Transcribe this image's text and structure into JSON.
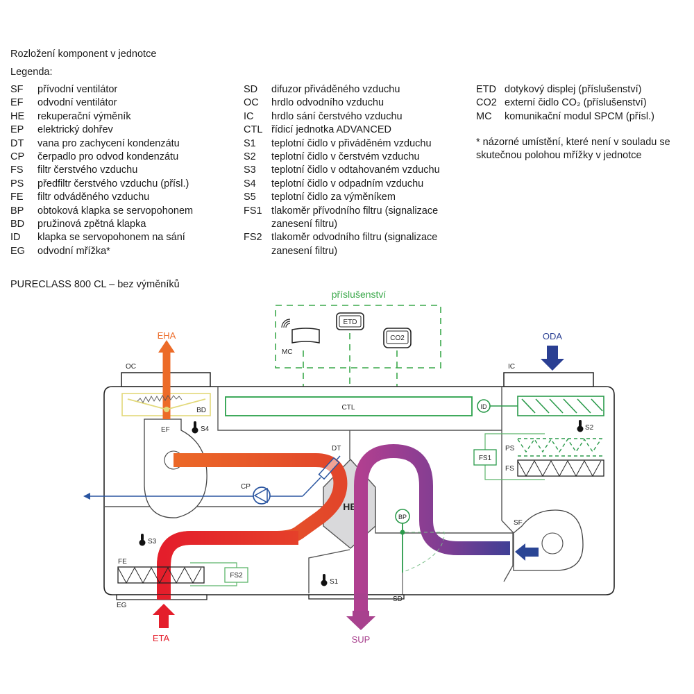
{
  "header": {
    "title": "Rozložení komponent v jednotce",
    "legend_heading": "Legenda:"
  },
  "legend": {
    "column1": [
      {
        "code": "SF",
        "text": "přívodní ventilátor"
      },
      {
        "code": "EF",
        "text": "odvodní ventilátor"
      },
      {
        "code": "HE",
        "text": "rekuperační výměník"
      },
      {
        "code": "EP",
        "text": "elektrický dohřev"
      },
      {
        "code": "DT",
        "text": "vana pro zachycení kondenzátu"
      },
      {
        "code": "CP",
        "text": "čerpadlo pro odvod kondenzátu"
      },
      {
        "code": "FS",
        "text": "filtr čerstvého vzduchu"
      },
      {
        "code": "PS",
        "text": "předfiltr čerstvého vzduchu (přísl.)"
      },
      {
        "code": "FE",
        "text": "filtr odváděného vzduchu"
      },
      {
        "code": "BP",
        "text": "obtoková klapka se servopohonem"
      },
      {
        "code": "BD",
        "text": "pružinová zpětná klapka"
      },
      {
        "code": "ID",
        "text": "klapka se servopohonem na sání"
      },
      {
        "code": "EG",
        "text": "odvodní mřížka*"
      }
    ],
    "column2": [
      {
        "code": "SD",
        "text": "difuzor přiváděného vzduchu"
      },
      {
        "code": "OC",
        "text": "hrdlo odvodního vzduchu"
      },
      {
        "code": "IC",
        "text": "hrdlo sání čerstvého vzduchu"
      },
      {
        "code": "CTL",
        "text": "řídicí jednotka ADVANCED"
      },
      {
        "code": "S1",
        "text": "teplotní čidlo v přiváděném vzduchu"
      },
      {
        "code": "S2",
        "text": "teplotní čidlo v čerstvém vzduchu"
      },
      {
        "code": "S3",
        "text": "teplotní čidlo v odtahovaném vzduchu"
      },
      {
        "code": "S4",
        "text": "teplotní čidlo v odpadním vzduchu"
      },
      {
        "code": "S5",
        "text": "teplotní čidlo za výměníkem"
      },
      {
        "code": "FS1",
        "text": "tlakoměr přívodního filtru (signalizace",
        "cont": "zanesení filtru)"
      },
      {
        "code": "FS2",
        "text": "tlakoměr odvodního filtru (signalizace",
        "cont": "zanesení filtru)"
      }
    ],
    "column3": [
      {
        "code": "ETD",
        "text": "dotykový displej (příslušenství)"
      },
      {
        "code": "CO2",
        "text": "externí čidlo CO₂ (příslušenství)"
      },
      {
        "code": "MC",
        "text": "komunikační modul SPCM (přísl.)"
      }
    ],
    "footnote": "* názorné umístění, které není v souladu se skutečnou polohou mřížky v jednotce"
  },
  "diagram": {
    "title": "PURECLASS 800 CL – bez výměníků",
    "accessories_label": "příslušenství",
    "flows": {
      "eha": {
        "label": "EHA",
        "color": "#e8692a"
      },
      "oda": {
        "label": "ODA",
        "color": "#2a3f93"
      },
      "eta": {
        "label": "ETA",
        "color": "#e3202c"
      },
      "sup": {
        "label": "SUP",
        "color": "#a8418e"
      }
    },
    "labels": {
      "oc": "OC",
      "ic": "IC",
      "bd": "BD",
      "ef": "EF",
      "s4": "S4",
      "mc": "MC",
      "etd": "ETD",
      "co2": "CO2",
      "ctl": "CTL",
      "id": "ID",
      "s2": "S2",
      "ps": "PS",
      "fs": "FS",
      "fs1": "FS1",
      "dt": "DT",
      "cp": "CP",
      "he": "HE",
      "bp": "BP",
      "sf": "SF",
      "s3": "S3",
      "fe": "FE",
      "fs2": "FS2",
      "s1": "S1",
      "eg": "EG",
      "sd": "SD"
    },
    "colors": {
      "accessory_green": "#3aa84a",
      "line_gray": "#555555",
      "bd_yellow": "#e2d97a",
      "condensate_blue": "#2a55a0",
      "he_fill": "#d9d9db"
    }
  }
}
